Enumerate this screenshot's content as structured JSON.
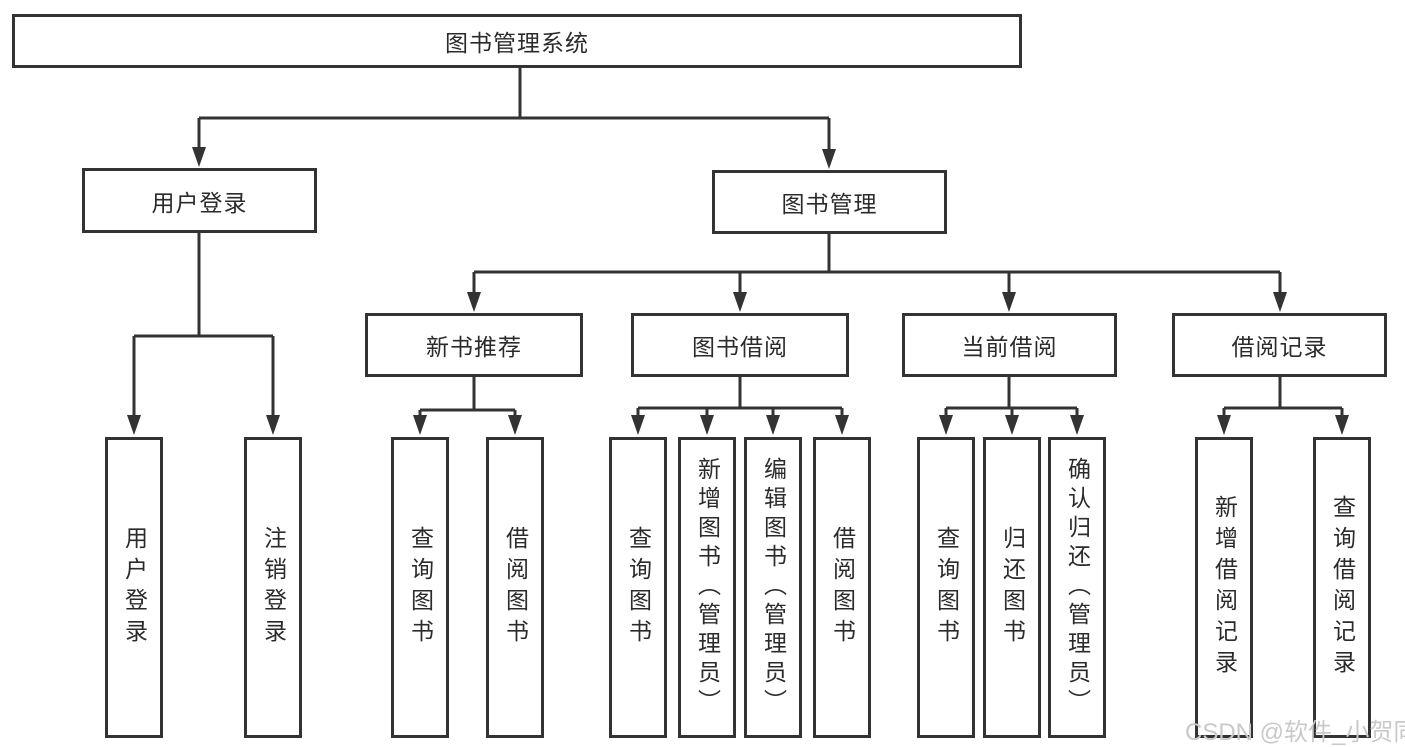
{
  "diagram": {
    "root": {
      "label": "图书管理系统"
    },
    "branches": {
      "user_login": {
        "label": "用户登录",
        "children": [
          {
            "label": "用户登录"
          },
          {
            "label": "注销登录"
          }
        ]
      },
      "book_management": {
        "label": "图书管理",
        "groups": [
          {
            "label": "新书推荐",
            "children": [
              {
                "label": "查询图书"
              },
              {
                "label": "借阅图书"
              }
            ]
          },
          {
            "label": "图书借阅",
            "children": [
              {
                "label": "查询图书"
              },
              {
                "label": "新增图书（管理员）"
              },
              {
                "label": "编辑图书（管理员）"
              },
              {
                "label": "借阅图书"
              }
            ]
          },
          {
            "label": "当前借阅",
            "children": [
              {
                "label": "查询图书"
              },
              {
                "label": "归还图书"
              },
              {
                "label": "确认归还（管理员）"
              }
            ]
          },
          {
            "label": "借阅记录",
            "children": [
              {
                "label": "新增借阅记录"
              },
              {
                "label": "查询借阅记录"
              }
            ]
          }
        ]
      }
    }
  },
  "watermark": {
    "text": "CSDN @软件_小贺同学"
  },
  "colors": {
    "line": "#333333",
    "text": "#2b2b2b",
    "box_fill": "#ffffff",
    "background": "#ffffff",
    "watermark": "#c9c9c9"
  }
}
